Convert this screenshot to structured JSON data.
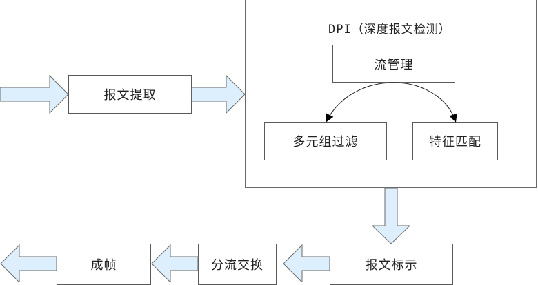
{
  "diagram": {
    "container": {
      "title": "DPI（深度报文检测）",
      "nodes": {
        "flow_management": "流管理",
        "tuple_filtering": "多元组过滤",
        "signature_matching": "特征匹配"
      }
    },
    "nodes": {
      "packet_extraction": "报文提取",
      "packet_marking": "报文标示",
      "flow_switching": "分流交换",
      "framing": "成帧"
    },
    "colors": {
      "arrow_fill": "#ddeefc",
      "arrow_stroke": "#6a6a6a",
      "box_border": "#5a5a5a"
    },
    "flow": [
      "packet_extraction",
      "DPI",
      "packet_marking",
      "flow_switching",
      "framing"
    ]
  }
}
